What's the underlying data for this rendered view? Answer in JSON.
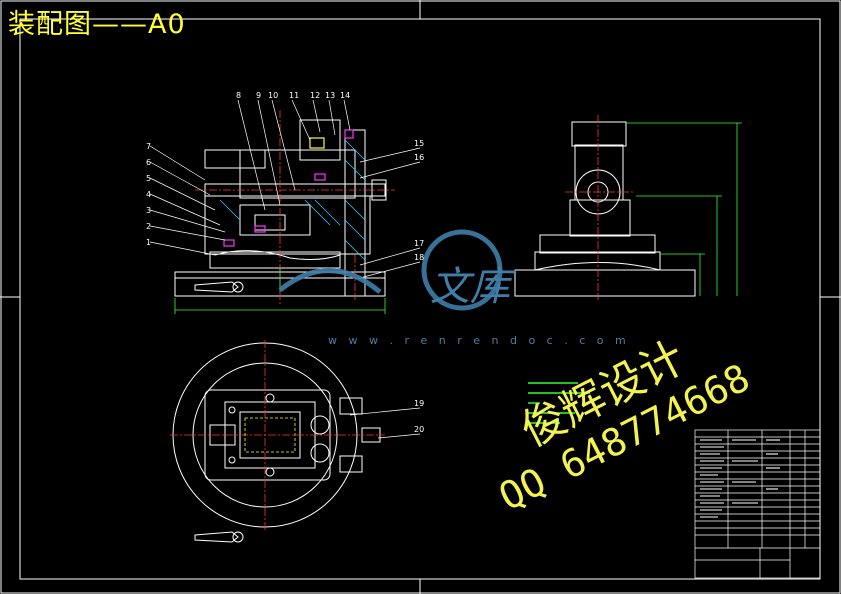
{
  "sheet": {
    "title": "装配图——A0"
  },
  "watermarks": {
    "designer": "俊辉设计",
    "qq": "QQ 648774668",
    "site_logo": "文库",
    "site_url": "w w w . r e n r e n d o c . c o m"
  },
  "balloons": [
    "1",
    "2",
    "3",
    "4",
    "5",
    "6",
    "7",
    "8",
    "9",
    "10",
    "11",
    "12",
    "13",
    "14",
    "15",
    "16",
    "17",
    "18",
    "19",
    "20"
  ],
  "colors": {
    "background": "#000000",
    "outline": "#ffffff",
    "centerline": "#ff3333",
    "dimension": "#33ff33",
    "hidden": "#ffff33",
    "section": "#33ccff",
    "highlight": "#ff33ff",
    "watermark": "#ffff55"
  }
}
